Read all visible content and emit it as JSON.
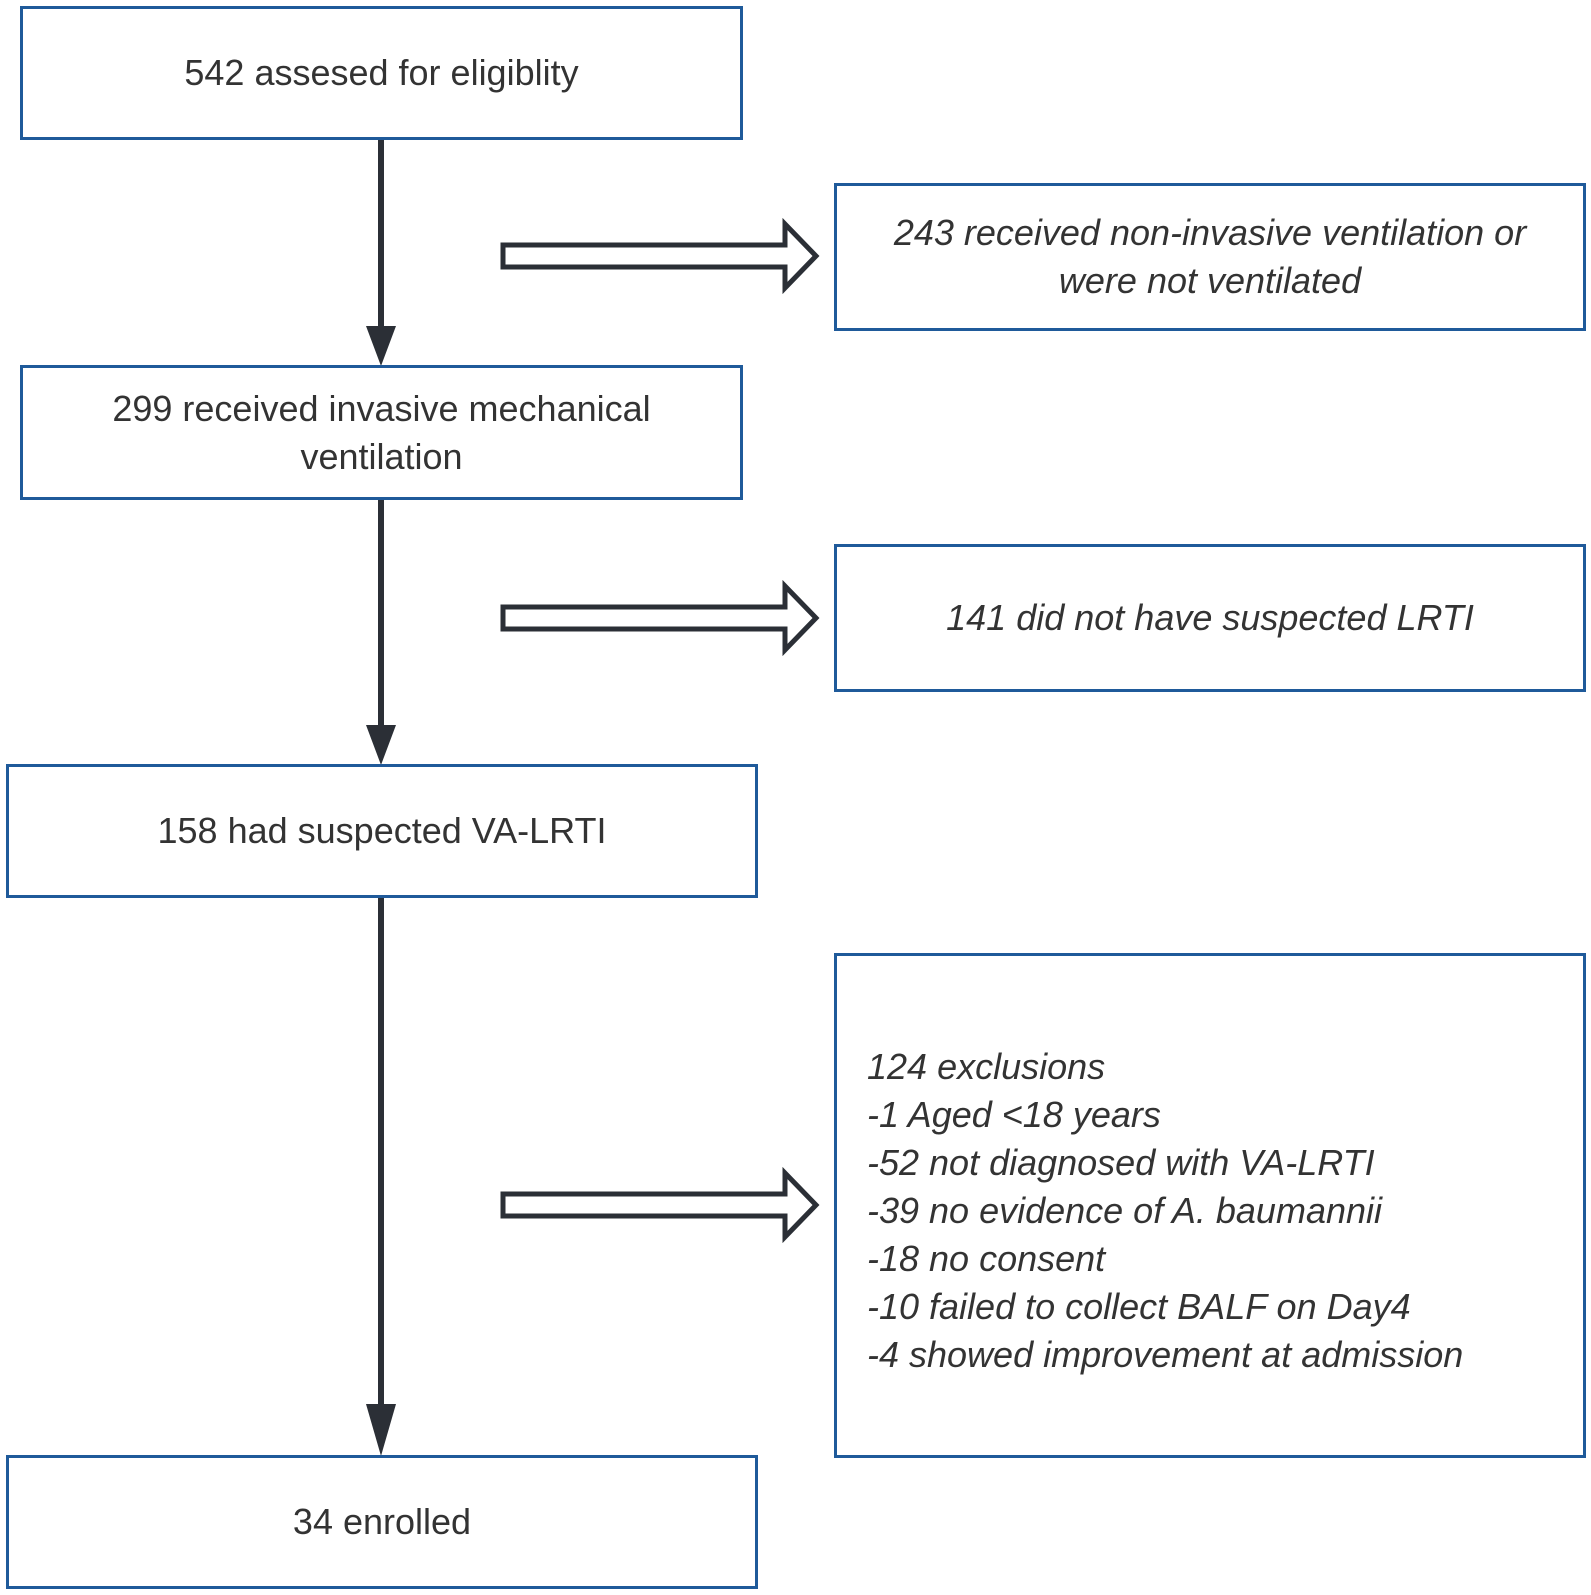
{
  "main_flow": [
    {
      "id": "assessed",
      "lines": [
        "542 assesed for eligiblity"
      ]
    },
    {
      "id": "invasive",
      "lines": [
        "299 received invasive mechanical",
        "ventilation"
      ]
    },
    {
      "id": "suspected",
      "lines": [
        "158 had suspected VA-LRTI"
      ]
    },
    {
      "id": "enrolled",
      "lines": [
        "34 enrolled"
      ]
    }
  ],
  "exclusions": [
    {
      "id": "non-invasive",
      "lines": [
        "243 received non-invasive ventilation or",
        "were not ventilated"
      ]
    },
    {
      "id": "no-lrti",
      "lines": [
        "141 did not have suspected LRTI"
      ]
    },
    {
      "id": "exclusions-list",
      "lines": [
        "124 exclusions",
        "-1 Aged <18 years",
        "-52 not diagnosed with VA-LRTI",
        "-39 no evidence of A. baumannii",
        "-18 no consent",
        "-10 failed to collect BALF on Day4",
        "-4 showed improvement at admission"
      ]
    }
  ],
  "colors": {
    "box_border": "#1f5a9a",
    "arrow": "#2b2f36",
    "text": "#333333"
  }
}
